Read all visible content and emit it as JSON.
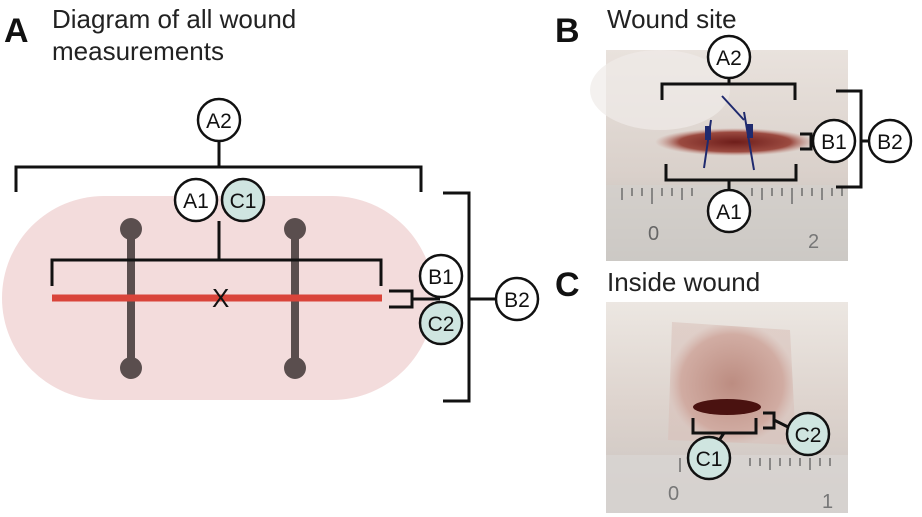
{
  "panels": {
    "a": {
      "letter": "A",
      "title_line1": "Diagram of all wound",
      "title_line2": "measurements"
    },
    "b": {
      "letter": "B",
      "title": "Wound site"
    },
    "c": {
      "letter": "C",
      "title": "Inside wound"
    }
  },
  "labels": {
    "a1": "A1",
    "a2": "A2",
    "b1": "B1",
    "b2": "B2",
    "c1": "C1",
    "c2": "C2",
    "x": "X"
  },
  "ruler_marks": {
    "zero": "0",
    "one": "1",
    "two": "2"
  },
  "colors": {
    "text": "#111111",
    "bracket": "#111111",
    "wound_region": "#f3dcdc",
    "incision": "#d9443a",
    "suture": "#5a4e4e",
    "teal_label": "#cfe5e0",
    "white_label": "#ffffff",
    "suture_thread": "#1f2a6e"
  }
}
